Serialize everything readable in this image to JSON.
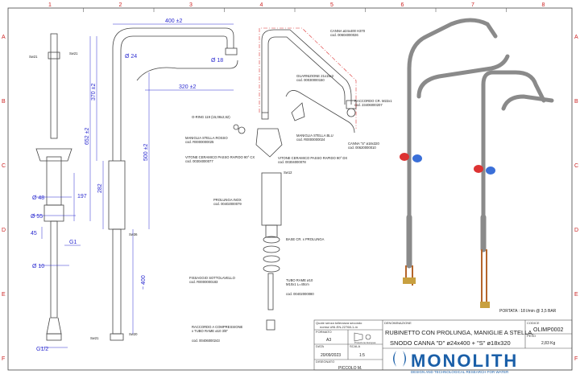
{
  "grid": {
    "columns": [
      "1",
      "2",
      "3",
      "4",
      "5",
      "6",
      "7",
      "8"
    ],
    "rows": [
      "A",
      "B",
      "C",
      "D",
      "E",
      "F"
    ]
  },
  "dimensions": {
    "top_width": "400 ±2",
    "dia_24": "Ø 24",
    "dia_18": "Ø 18",
    "width_320": "320 ±2",
    "h_370": "370 ±2",
    "h_652": "652 ±2",
    "h_500": "500 ±2",
    "h_282": "282",
    "h_400": "~ 400",
    "dia_48": "Ø 48",
    "dia_55": "Ø 55",
    "h_197": "197",
    "h_45": "45",
    "g1": "G1",
    "dia_10": "Ø 10",
    "g12": "G1/2",
    "sw21_a": "Sw21",
    "sw21_b": "Sw21",
    "sw36": "Sw36",
    "sw21_c": "Sw21",
    "sw20": "Sw20",
    "sw12": "Sw12"
  },
  "parts": [
    {
      "name": "CANNA ø24x400 H370",
      "code": "cod. 00604000026"
    },
    {
      "name": "GUARNIZIONE 21x15x2",
      "code": "cod. 00030000150"
    },
    {
      "name": "RACCORDO CR. M22x1",
      "code": "cod. 23406000207"
    },
    {
      "name": "O-RING 119 (15,08x2,62)",
      "code": ""
    },
    {
      "name": "MANIGLIA STELLA ROSSO",
      "code": "cod. R0000000025"
    },
    {
      "name": "MANIGLIA STELLA BLU",
      "code": "cod. R0000000024"
    },
    {
      "name": "CANNA \"S\" ø18x320",
      "code": "cod. 00620000010"
    },
    {
      "name": "VITONE CERAMICO PASSO RAPIDO 90° CX",
      "code": "cod. 00304000077"
    },
    {
      "name": "VITONE CERAMICO PASSO RAPIDO 90° DX",
      "code": "cod. 00304000078"
    },
    {
      "name": "PROLUNGA INOX",
      "code": "cod. 00402000079"
    },
    {
      "name": "BASE CR. x PROLUNGA",
      "code": ""
    },
    {
      "name": "FISSAGGIO SOTTOLAVELLO",
      "code": "cod. R0000000183"
    },
    {
      "name": "TUBO RAME ø10",
      "code": "M10x1 L=40cm"
    },
    {
      "name": "",
      "code": "cod. 00402000080"
    },
    {
      "name": "RACCORDO A COMPRESSIONE",
      "code": "x TUBO RAME ø10 3/8\""
    },
    {
      "name": "",
      "code": "cod. 00406000243"
    }
  ],
  "portata": "PORTATA : 18 l/min @ 3,5 BAR",
  "title_block": {
    "tolerance_label": "Quote senza tolleranza secondo",
    "tolerance_value": "norma UNI-EN-22768-1-m",
    "formato_label": "FORMATO",
    "formato": "A3",
    "projection": "Proiezione Europea",
    "data_label": "DATA",
    "data": "20/09/2023",
    "scala_label": "SCALA",
    "scala": "1:5",
    "disegnato_label": "DISEGNATO",
    "disegnato": "PICCOLO M.",
    "denominazione_label": "DENOMINAZIONE",
    "title_line1": "RUBINETTO CON PROLUNGA, MANIGLIE A STELLA,",
    "title_line2": "SNODO CANNA \"D\" ø24x400 + \"S\" ø18x320",
    "codice_label": "CODICE",
    "codice": "OLIMP0002",
    "peso_label": "PESO",
    "peso": "2,83 Kg",
    "brand": "MONOLITH",
    "tagline": "DESIGN AND TECHNOLOGICAL RESEARCH FOR WATER"
  },
  "colors": {
    "dim": "#2a2ad0",
    "grid": "#cc2222",
    "brand": "#1a5fa8",
    "line": "#333333"
  }
}
